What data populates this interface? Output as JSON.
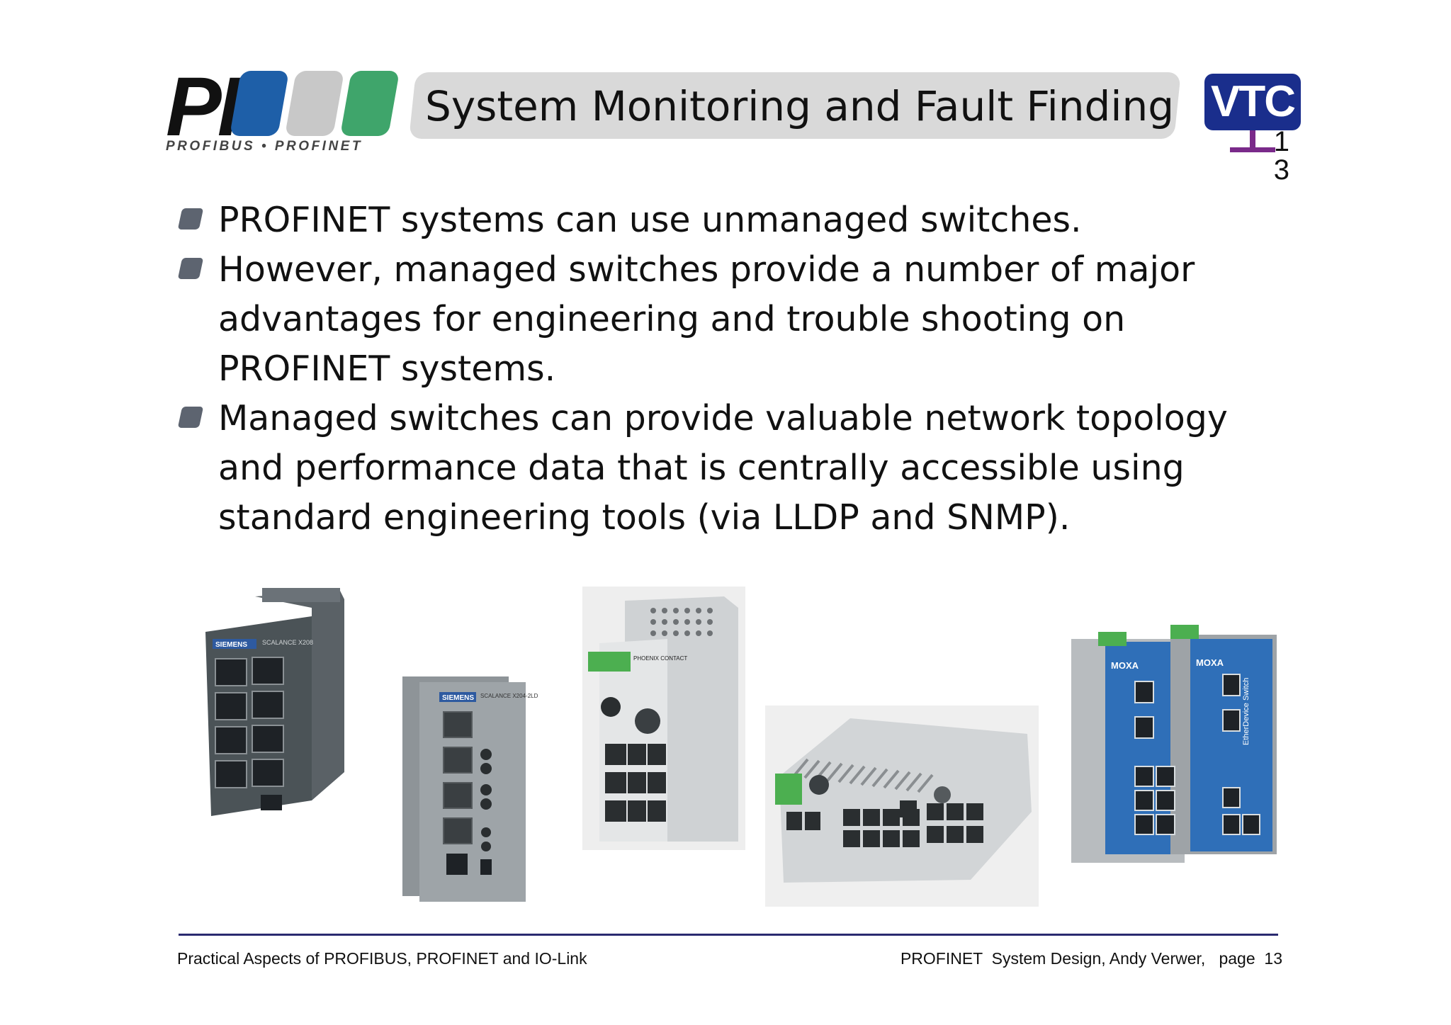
{
  "logo": {
    "letters": "PI",
    "tagline": "PROFIBUS • PROFINET"
  },
  "title": "System Monitoring and Fault Finding",
  "vtc_logo": {
    "text": "VTC"
  },
  "corner_page": {
    "line1": "1",
    "line2": "3"
  },
  "bullets": [
    {
      "text": "PROFINET systems can use unmanaged switches."
    },
    {
      "text": "However, managed switches provide a number of major advantages for engineering and trouble shooting on PROFINET systems."
    },
    {
      "text": "Managed switches can provide valuable network topology and performance data that is centrally accessible using standard engineering tools (via LLDP and SNMP)."
    }
  ],
  "images": [
    {
      "brand": "SIEMENS",
      "model": "SCALANCE X208"
    },
    {
      "brand": "SIEMENS",
      "model": "SCALANCE X204-2LD"
    },
    {
      "brand": "PHOENIX CONTACT"
    },
    {
      "brand": ""
    },
    {
      "brand": "MOXA",
      "model": "EtherDevice Switch"
    }
  ],
  "footer": {
    "left": "Practical Aspects of PROFIBUS, PROFINET and IO-Link",
    "right": "PROFINET  System Design, Andy Verwer,   page  13"
  },
  "colors": {
    "pi_blue": "#1e5fa8",
    "pi_grey": "#c8c8c8",
    "pi_green": "#3fa56b",
    "title_bg": "#d9d9d9",
    "vtc_blue": "#1a2e8c",
    "vtc_purple": "#7a2a8a",
    "footer_line": "#2a2a70",
    "bullet": "#5d6470"
  }
}
